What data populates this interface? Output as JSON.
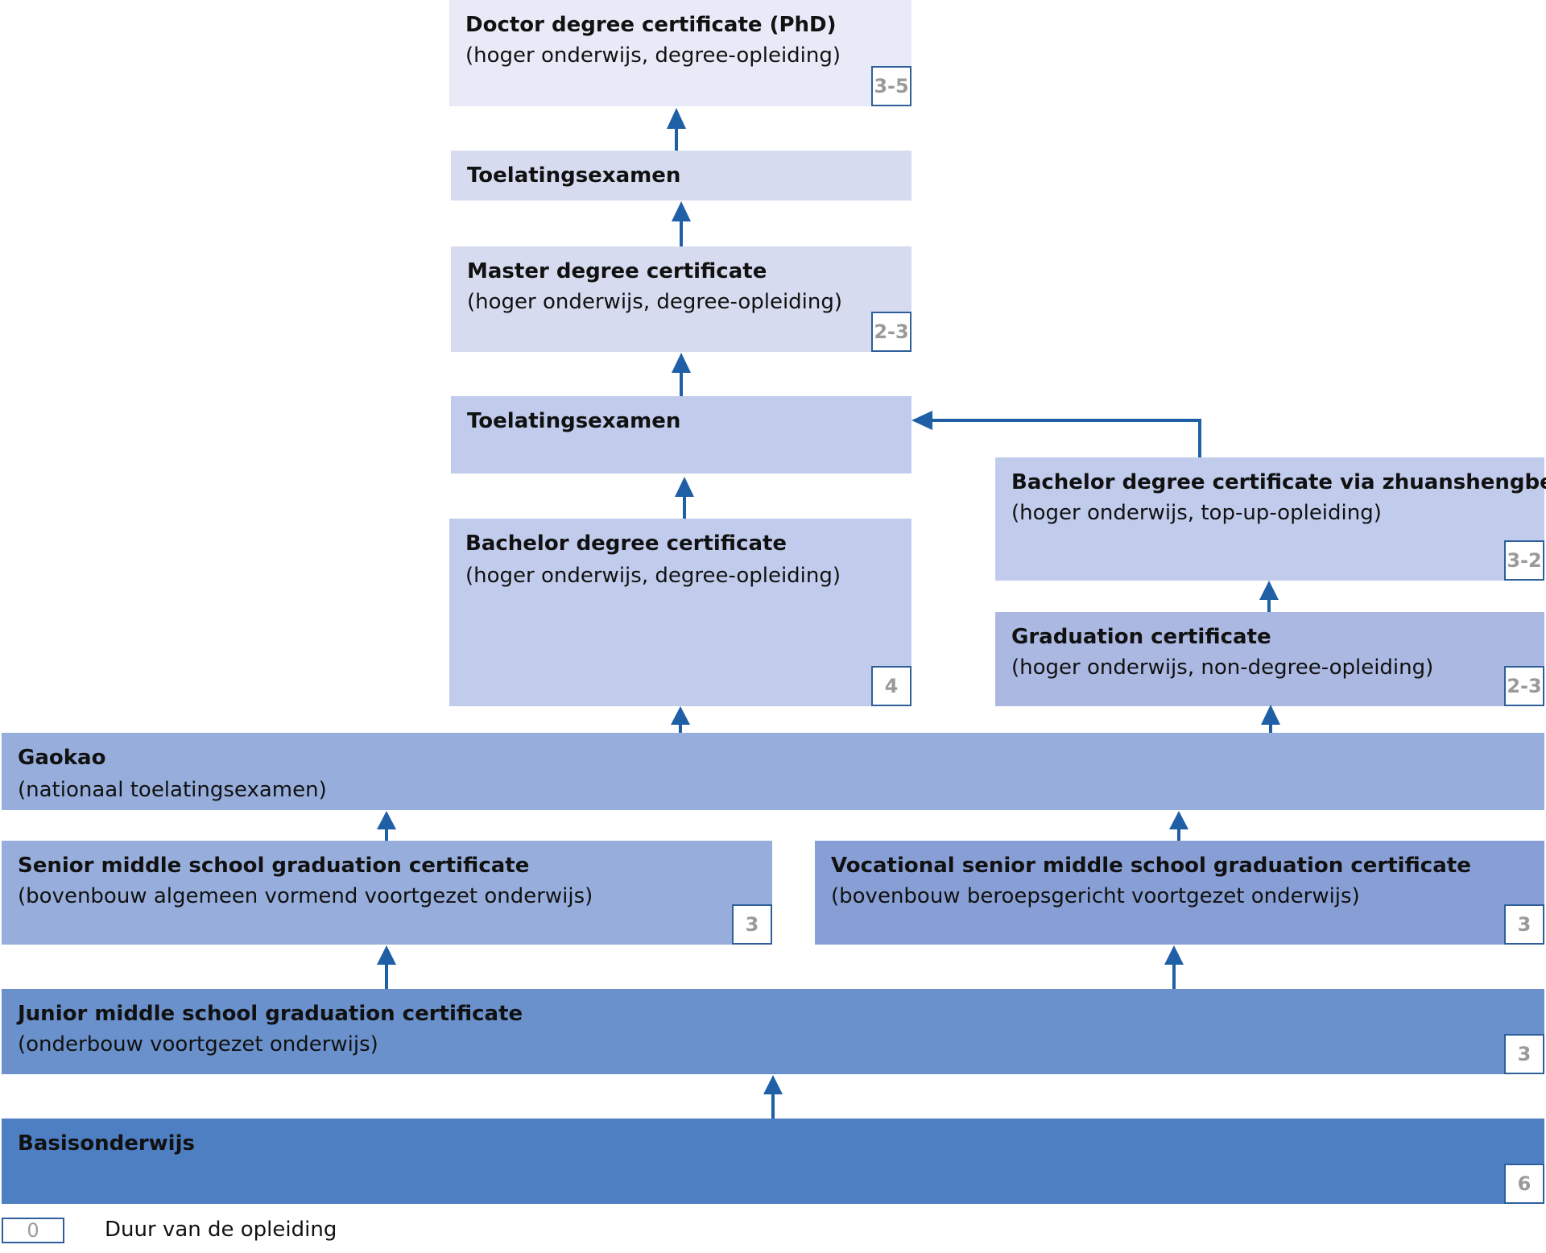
{
  "colors": {
    "arrow": "#1f5fa6",
    "badge_border": "#2f5f9b",
    "phd": "#e8ebf7",
    "master": "#d6dbef",
    "bachelor": "#c1cced",
    "graduation": "#abb8e2",
    "gaokao": "#97aedc",
    "vocational": "#879fd5",
    "junior": "#6a91cb",
    "basis": "#4f7fc3"
  },
  "boxes": {
    "phd": {
      "title": "Doctor degree certificate (PhD)",
      "subtitle": "(hoger onderwijs, degree-opleiding)",
      "duration": "3-5"
    },
    "toelating_top": {
      "title": "Toelatingsexamen"
    },
    "master": {
      "title": "Master degree certificate",
      "subtitle": "(hoger onderwijs, degree-opleiding)",
      "duration": "2-3"
    },
    "toelating_mid": {
      "title": "Toelatingsexamen"
    },
    "bachelor": {
      "title": "Bachelor degree certificate",
      "subtitle": "(hoger onderwijs, degree-opleiding)",
      "duration": "4"
    },
    "bachelor_zhuan": {
      "title": "Bachelor degree certificate via zhuanshengben",
      "subtitle": "(hoger onderwijs, top-up-opleiding)",
      "duration": "3-2"
    },
    "graduation": {
      "title": "Graduation certificate",
      "subtitle": "(hoger onderwijs, non-degree-opleiding)",
      "duration": "2-3"
    },
    "gaokao": {
      "title": "Gaokao",
      "subtitle": "(nationaal toelatingsexamen)"
    },
    "senior": {
      "title": "Senior middle school graduation certificate",
      "subtitle": "(bovenbouw algemeen vormend voortgezet onderwijs)",
      "duration": "3"
    },
    "vocational": {
      "title": "Vocational senior middle school graduation certificate",
      "subtitle": "(bovenbouw beroepsgericht voortgezet onderwijs)",
      "duration": "3"
    },
    "junior": {
      "title": "Junior middle school graduation certificate",
      "subtitle": "(onderbouw voortgezet onderwijs)",
      "duration": "3"
    },
    "basis": {
      "title": "Basisonderwijs",
      "duration": "6"
    }
  },
  "legend": {
    "sample": "0",
    "label": "Duur van de opleiding"
  }
}
